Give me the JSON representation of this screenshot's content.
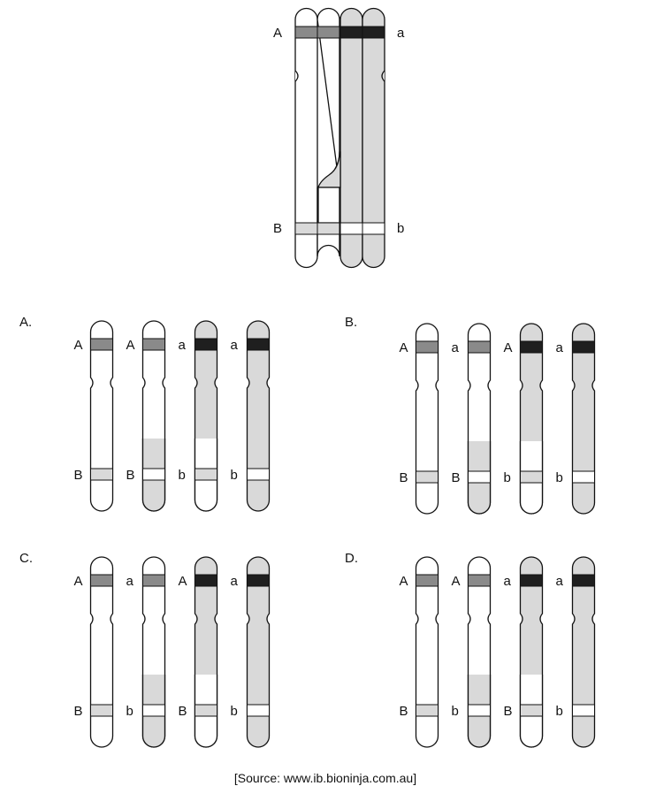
{
  "colors": {
    "white_chromatid": "#ffffff",
    "grey_chromatid": "#d9d9d9",
    "band_A": "#8a8a8a",
    "band_a": "#1f1f1f",
    "band_B": "#d9d9d9",
    "band_b": "#ffffff",
    "outline": "#111111"
  },
  "crossover": {
    "labels": {
      "top_left": "A",
      "top_right": "a",
      "bottom_left": "B",
      "bottom_right": "b"
    }
  },
  "options": [
    {
      "letter": "A.",
      "chromosomes": [
        {
          "body": "white",
          "lower_tip": "white",
          "top_label": "A",
          "top_band": "A",
          "bottom_label": "B",
          "bottom_band": "B"
        },
        {
          "body": "white",
          "lower_tip": "grey",
          "top_label": "A",
          "top_band": "A",
          "bottom_label": "B",
          "bottom_band": "b"
        },
        {
          "body": "grey",
          "lower_tip": "white",
          "top_label": "a",
          "top_band": "a",
          "bottom_label": "b",
          "bottom_band": "B"
        },
        {
          "body": "grey",
          "lower_tip": "grey",
          "top_label": "a",
          "top_band": "a",
          "bottom_label": "b",
          "bottom_band": "b"
        }
      ]
    },
    {
      "letter": "B.",
      "chromosomes": [
        {
          "body": "white",
          "lower_tip": "white",
          "top_label": "A",
          "top_band": "A",
          "bottom_label": "B",
          "bottom_band": "B"
        },
        {
          "body": "white",
          "lower_tip": "grey",
          "top_label": "a",
          "top_band": "A",
          "bottom_label": "B",
          "bottom_band": "b"
        },
        {
          "body": "grey",
          "lower_tip": "white",
          "top_label": "A",
          "top_band": "a",
          "bottom_label": "b",
          "bottom_band": "B"
        },
        {
          "body": "grey",
          "lower_tip": "grey",
          "top_label": "a",
          "top_band": "a",
          "bottom_label": "b",
          "bottom_band": "b"
        }
      ]
    },
    {
      "letter": "C.",
      "chromosomes": [
        {
          "body": "white",
          "lower_tip": "white",
          "top_label": "A",
          "top_band": "A",
          "bottom_label": "B",
          "bottom_band": "B"
        },
        {
          "body": "white",
          "lower_tip": "grey",
          "top_label": "a",
          "top_band": "A",
          "bottom_label": "b",
          "bottom_band": "b"
        },
        {
          "body": "grey",
          "lower_tip": "white",
          "top_label": "A",
          "top_band": "a",
          "bottom_label": "B",
          "bottom_band": "B"
        },
        {
          "body": "grey",
          "lower_tip": "grey",
          "top_label": "a",
          "top_band": "a",
          "bottom_label": "b",
          "bottom_band": "b"
        }
      ]
    },
    {
      "letter": "D.",
      "chromosomes": [
        {
          "body": "white",
          "lower_tip": "white",
          "top_label": "A",
          "top_band": "A",
          "bottom_label": "B",
          "bottom_band": "B"
        },
        {
          "body": "white",
          "lower_tip": "grey",
          "top_label": "A",
          "top_band": "A",
          "bottom_label": "b",
          "bottom_band": "b"
        },
        {
          "body": "grey",
          "lower_tip": "white",
          "top_label": "a",
          "top_band": "a",
          "bottom_label": "B",
          "bottom_band": "B"
        },
        {
          "body": "grey",
          "lower_tip": "grey",
          "top_label": "a",
          "top_band": "a",
          "bottom_label": "b",
          "bottom_band": "b"
        }
      ]
    }
  ],
  "source": "[Source: www.ib.bioninja.com.au]"
}
